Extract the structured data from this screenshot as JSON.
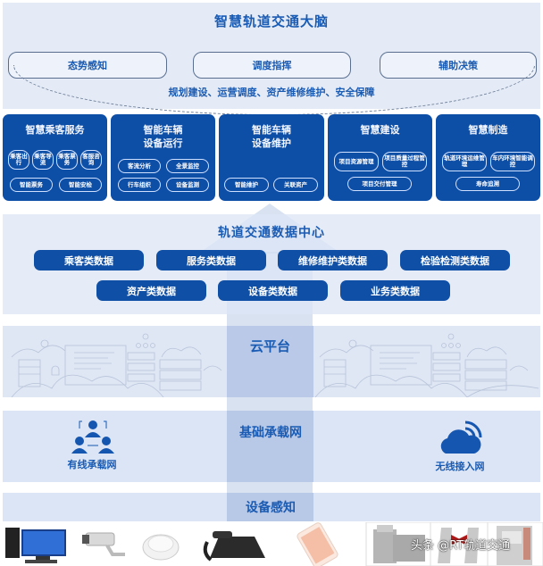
{
  "brain": {
    "title": "智慧轨道交通大脑",
    "pills": [
      "态势感知",
      "调度指挥",
      "辅助决策"
    ],
    "subtitle": "规划建设、运营调度、资产维修维护、安全保障"
  },
  "applications": [
    {
      "title_line1": "智慧乘客服务",
      "title_line2": "",
      "chips": [
        "乘客出行",
        "乘客导流",
        "乘客票务",
        "客服咨询",
        "智能票务",
        "智能安检"
      ]
    },
    {
      "title_line1": "智能车辆",
      "title_line2": "设备运行",
      "chips": [
        "客流分析",
        "全景监控",
        "行车组织",
        "设备监测"
      ]
    },
    {
      "title_line1": "智能车辆",
      "title_line2": "设备维护",
      "chips": [
        "智能维护",
        "关联资产"
      ]
    },
    {
      "title_line1": "智慧建设",
      "title_line2": "",
      "chips": [
        "项目资源管理",
        "项目质量过程管控",
        "项目交付管理"
      ]
    },
    {
      "title_line1": "智慧制造",
      "title_line2": "",
      "chips": [
        "轨道环境运维管理",
        "车内环境智能调控",
        "寿命追溯"
      ]
    }
  ],
  "data_center": {
    "title": "轨道交通数据中心",
    "row1": [
      "乘客类数据",
      "服务类数据",
      "维修维护类数据",
      "检验检测类数据"
    ],
    "row2": [
      "资产类数据",
      "设备类数据",
      "业务类数据"
    ]
  },
  "cloud_platform": {
    "title": "云平台"
  },
  "network": {
    "title": "基础承载网",
    "left_label": "有线承载网",
    "left_icon": "users-network-icon",
    "right_label": "无线接入网",
    "right_icon": "wireless-cloud-icon"
  },
  "device_sensing": {
    "title": "设备感知",
    "devices": [
      "computer",
      "surveillance-camera",
      "smoke-detector",
      "telephone",
      "smartphone",
      "ticket-machine",
      "turnstile-gate",
      "vending-terminal"
    ]
  },
  "watermark": "头条 @RT轨道交通",
  "colors": {
    "primary_blue": "#0d4ea7",
    "title_blue": "#1a5bb3",
    "panel_bg": "#e4ebf7"
  }
}
